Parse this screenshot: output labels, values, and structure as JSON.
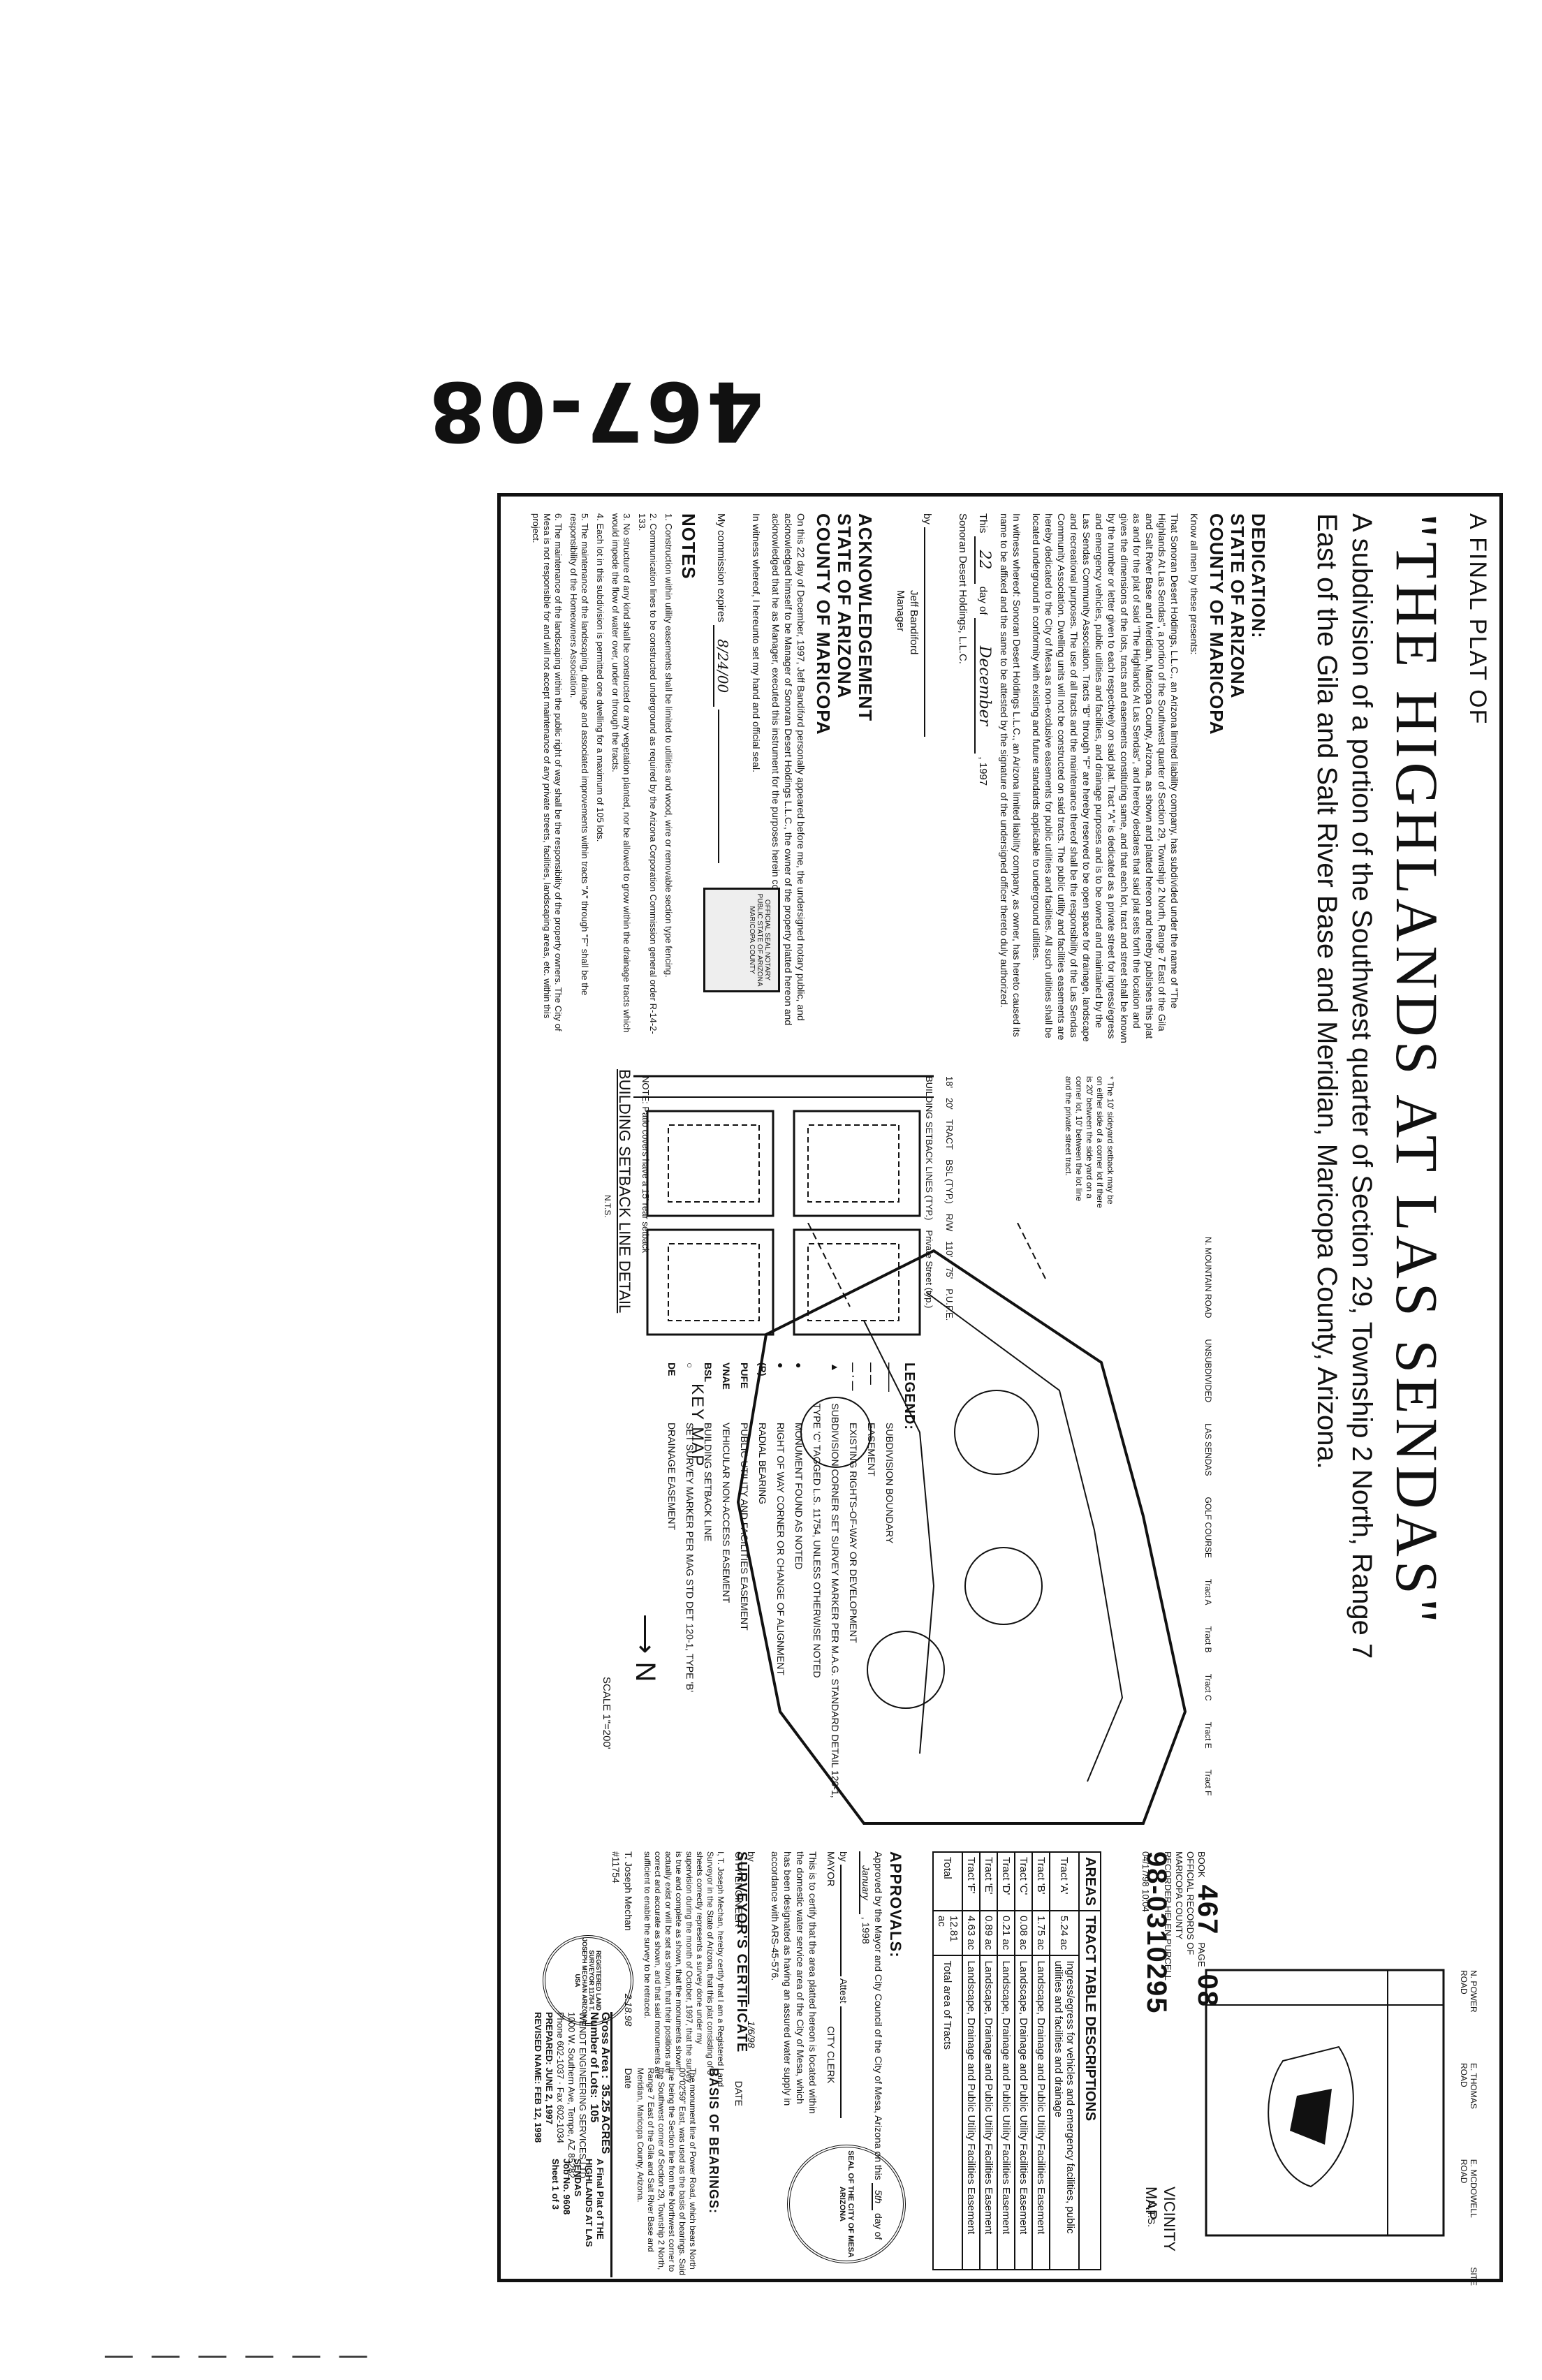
{
  "handwritten_page_no": "467-08",
  "title": {
    "prefix": "A FINAL PLAT OF",
    "main": "\"THE HIGHLANDS AT LAS SENDAS\"",
    "sub": "A subdivision of a portion of the Southwest quarter of Section 29, Township 2 North, Range 7 East of the Gila and Salt River Base and Meridian, Maricopa County, Arizona."
  },
  "dedication": {
    "heading": "DEDICATION:",
    "state": "STATE OF ARIZONA",
    "county": "COUNTY OF MARICOPA",
    "intro": "Know all men by these presents:",
    "body": "That Sonoran Desert Holdings, L.L.C., an Arizona limited liability company, has subdivided under the name of \"The Highlands At Las Sendas\", a portion of the Southwest quarter of Section 29, Township 2 North, Range 7 East of the Gila and Salt River Base and Meridian, Maricopa County, Arizona, as shown and platted hereon and hereby publishes this plat as and for the plat of said \"The Highlands At Las Sendas\", and hereby declares that said plat sets forth the location and gives the dimensions of the lots, tracts and easements constituting same, and that each lot, tract and street shall be known by the number or letter given to each respectively on said plat. Tract \"A\" is dedicated as a private street for ingress/egress and emergency vehicles, public utilities and facilities, and drainage purposes and is to be owned and maintained by the Las Sendas Community Association. Tracts \"B\" through \"F\" are hereby reserved to be open space for drainage, landscape and recreational purposes. The use of all tracts and the maintenance thereof shall be the responsibility of the Las Sendas Community Association. Dwelling units will not be constructed on said tracts. The public utility and facilities easements are hereby dedicated to the City of Mesa as non-exclusive easements for public utilities and facilities. All such utilities shall be located underground in conformity with existing and future standards applicable to underground utilities.",
    "witness": "In witness whereof: Sonoran Desert Holdings L.L.C., an Arizona limited liability company, as owner, has hereto caused its name to be affixed and the same to be attested by the signature of the undersigned officer thereto duly authorized.",
    "this_line": "This",
    "day": "22",
    "day_of": "day of",
    "month": "December",
    "year": ", 1997",
    "company": "Sonoran Desert Holdings, L.L.C.",
    "by": "by",
    "signer": "Jeff Bandiford",
    "signer_title": "Manager"
  },
  "acknowledgement": {
    "heading": "ACKNOWLEDGEMENT",
    "state": "STATE OF ARIZONA",
    "county": "COUNTY OF MARICOPA",
    "body": "On this 22 day of December, 1997, Jeff Bandiford personally appeared before me, the undersigned notary public, and acknowledged himself to be Manager of Sonoran Desert Holdings L.L.C., the owner of the property platted hereon and acknowledged that he as Manager, executed this instrument for the purposes herein contained.",
    "witness": "In witness whereof, I hereunto set my hand and official seal.",
    "commission": "My commission expires",
    "commission_date": "8/24/00",
    "stamp": "OFFICIAL SEAL NOTARY PUBLIC STATE OF ARIZONA MARICOPA COUNTY"
  },
  "notes": {
    "heading": "NOTES",
    "items": [
      "1. Construction within utility easements shall be limited to utilities and wood, wire or removable section type fencing.",
      "2. Communication lines to be constructed underground as required by the Arizona Corporation Commission general order R-14-2-133.",
      "3. No structure of any kind shall be constructed or any vegetation planted, nor be allowed to grow within the drainage tracts which would impede the flow of water over, under or through the tracts.",
      "4. Each lot in this subdivision is permitted one dwelling for a maximum of 105 lots.",
      "5. The maintenance of the landscaping, drainage and associated improvements within tracts \"A\" through \"F\" shall be the responsibility of the Homeowners Association.",
      "6. The maintenance of the landscaping within the public right of way shall be the responsibility of the property owners. The City of Mesa is not responsible for and will not accept maintenance of any private streets, facilities, landscaping areas, etc. within this project."
    ]
  },
  "key_map": {
    "label": "KEY MAP",
    "road_labels": [
      "N. MOUNTAIN ROAD",
      "UNSUBDIVIDED",
      "LAS SENDAS",
      "GOLF COURSE",
      "Tract A",
      "Tract B",
      "Tract C",
      "Tract E",
      "Tract F"
    ],
    "note": "* The 10' sideyard setback may be on either side of a corner lot if there is 20' between the side yard on a corner lot, 10' between the lot line and the private street tract.",
    "scale": "SCALE 1\"=200'"
  },
  "setback": {
    "title": "BUILDING SETBACK LINE DETAIL",
    "nts": "N.T.S.",
    "labels": [
      "18'",
      "20'",
      "TRACT",
      "BSL (TYP.)",
      "R/W",
      "110'",
      "75'",
      "P.U.F.E.",
      "BUILDING SETBACK LINES (TYP.)",
      "Private Street (typ.)"
    ],
    "note": "NOTE: Patio covers have a 15' rear setback"
  },
  "legend": {
    "heading": "LEGEND:",
    "items": [
      {
        "sym": "———",
        "text": "SUBDIVISION BOUNDARY"
      },
      {
        "sym": "— —",
        "text": "EASEMENT"
      },
      {
        "sym": "— · —",
        "text": "EXISTING RIGHTS-OF-WAY OR DEVELOPMENT"
      },
      {
        "sym": "▲",
        "text": "SUBDIVISION CORNER SET SURVEY MARKER PER M.A.G. STANDARD DETAIL 120-1, TYPE 'C' TAGGED L.S. 11754, UNLESS OTHERWISE NOTED"
      },
      {
        "sym": "●",
        "text": "MONUMENT FOUND AS NOTED"
      },
      {
        "sym": "●",
        "text": "RIGHT OF WAY CORNER OR CHANGE OF ALIGNMENT"
      },
      {
        "sym": "(R)",
        "text": "RADIAL BEARING"
      },
      {
        "sym": "PUFE",
        "text": "PUBLIC UTILITY AND FACILITIES EASEMENT"
      },
      {
        "sym": "VNAE",
        "text": "VEHICULAR NON-ACCESS EASEMENT"
      },
      {
        "sym": "BSL",
        "text": "BUILDING SETBACK LINE"
      },
      {
        "sym": "○",
        "text": "SET SURVEY MARKER PER MAG STD DET 120-1, TYPE 'B'"
      },
      {
        "sym": "DE",
        "text": "DRAINAGE EASEMENT"
      }
    ]
  },
  "recording": {
    "book": "467",
    "page": "08",
    "book_label": "BOOK",
    "page_label": "PAGE",
    "office": "OFFICIAL RECORDS OF MARICOPA COUNTY RECORDER HELEN PURCELL",
    "doc_no": "98-0310295",
    "date": "04/17/98 10:04"
  },
  "areas": {
    "heading": "AREAS",
    "tract_heading": "TRACT TABLE",
    "desc_heading": "DESCRIPTIONS",
    "rows": [
      [
        "Tract 'A'",
        "5.24 ac",
        "Ingress/egress for vehicles and emergency facilities, public utilities and facilities and drainage"
      ],
      [
        "Tract 'B'",
        "1.75 ac",
        "Landscape, Drainage and Public Utility Facilities Easement"
      ],
      [
        "Tract 'C'",
        "0.08 ac",
        "Landscape, Drainage and Public Utility Facilities Easement"
      ],
      [
        "Tract 'D'",
        "0.21 ac",
        "Landscape, Drainage and Public Utility Facilities Easement"
      ],
      [
        "Tract 'E'",
        "0.89 ac",
        "Landscape, Drainage and Public Utility Facilities Easement"
      ],
      [
        "Tract 'F'",
        "4.63 ac",
        "Landscape, Drainage and Public Utility Facilities Easement"
      ],
      [
        "Total",
        "12.81 ac",
        "Total area of Tracts"
      ]
    ]
  },
  "approvals": {
    "heading": "APPROVALS:",
    "body": "Approved by the Mayor and City Council of the City of Mesa, Arizona on this",
    "day": "5th",
    "of": "day of",
    "month": "January",
    "year": ", 1998",
    "by": "by",
    "mayor": "MAYOR",
    "attest": "Attest",
    "clerk": "CITY CLERK",
    "water_cert": "This is to certify that the area platted hereon is located within the domestic water service area of the City of Mesa, which has been designated as having an assured water supply in accordance with ARS-45-576.",
    "engineer_by": "by",
    "engineer": "CITY ENGINEER",
    "engineer_date": "1/6/98",
    "date_label": "DATE",
    "seal": "SEAL OF THE CITY OF MESA ARIZONA"
  },
  "surveyor": {
    "heading": "SURVEYOR'S CERTIFICATE",
    "body": "I, T. Joseph Mechan, hereby certify that I am a Registered Land Surveyor in the State of Arizona, that this plat consisting of 3 sheets correctly represents a survey done under my supervision during the month of October, 1997, that the survey is true and complete as shown, that the monuments shown actually exist or will be set as shown, that their positions are correct and accurate as shown, and that said monuments are sufficient to enable the survey to be retraced.",
    "name": "T. Joseph Mechan  #11754",
    "date": "2.18.98",
    "date_label": "Date",
    "seal": "REGISTERED LAND SURVEYOR 11754 T. JOSEPH MECHAN ARIZONA USA"
  },
  "bearings": {
    "heading": "BASIS OF BEARINGS:",
    "body": "The monument line of Power Road, which bears North 00°02'59\" East, was used as the basis of bearings. Said line being the Section line from the Northwest corner to the Southwest corner of Section 29, Township 2 North, Range 7 East of the Gila and Salt River Base and Meridian, Maricopa County, Arizona."
  },
  "titleblock": {
    "gross_label": "Gross Area :",
    "gross": "35.25 ACRES",
    "lots_label": "Number of Lots:",
    "lots": "105",
    "firm": "WENDT ENGINEERING SERVICES LTD",
    "firm_addr": "1000 W. Southern Ave, Tempe, AZ 85282",
    "phone": "Phone 602-1037",
    "fax": "Fax 602-1034",
    "prepared": "PREPARED: JUNE 2, 1997",
    "revised": "REVISED NAME: FEB 12, 1998",
    "plat_of": "A Final Plat of THE HIGHLANDS AT LAS SENDAS",
    "job": "Job No. 9608",
    "sheet": "Sheet 1 of 3"
  },
  "vicinity": {
    "label": "VICINITY MAP",
    "nts": "N.T.S.",
    "roads": [
      "N. POWER ROAD",
      "E. THOMAS ROAD",
      "E. MCDOWELL ROAD",
      "SITE"
    ]
  }
}
